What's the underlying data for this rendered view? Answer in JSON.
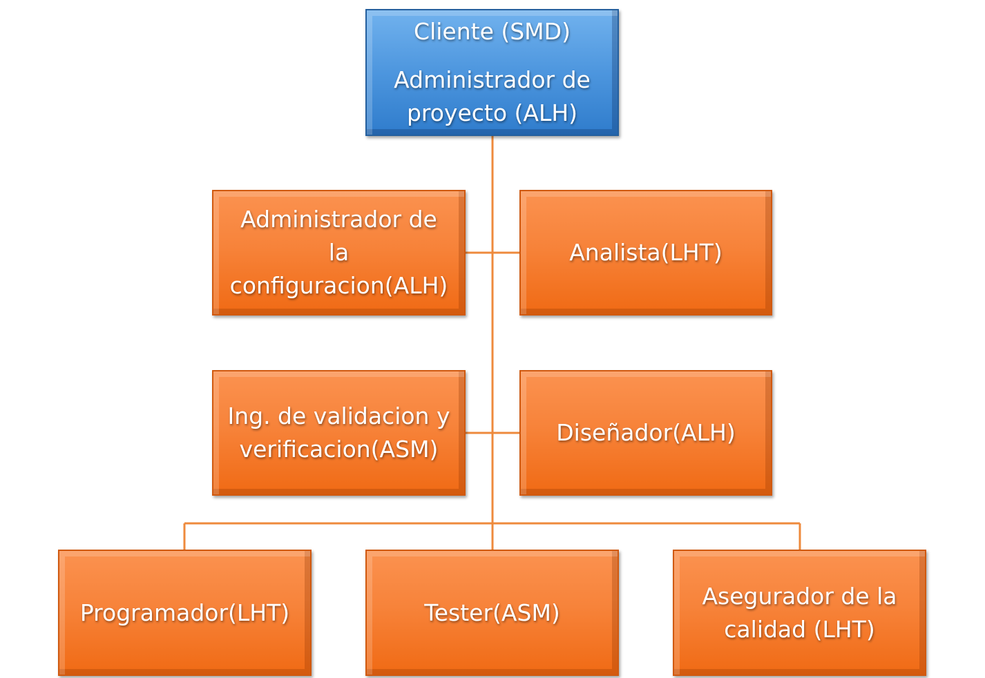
{
  "diagram": {
    "root": {
      "line1": "Cliente (SMD)",
      "line2": "Administrador de",
      "line3": "proyecto (ALH)"
    },
    "config_admin": {
      "line1": "Administrador de",
      "line2": "la",
      "line3": "configuracion(ALH)"
    },
    "analista": {
      "line1": "Analista(LHT)"
    },
    "ing_validacion": {
      "line1": "Ing. de validacion y",
      "line2": "verificacion(ASM)"
    },
    "disenador": {
      "line1": "Diseñador(ALH)"
    },
    "programador": {
      "line1": "Programador(LHT)"
    },
    "tester": {
      "line1": "Tester(ASM)"
    },
    "asegurador": {
      "line1": "Asegurador de la",
      "line2": "calidad (LHT)"
    },
    "colors": {
      "root_fill": "#5b9bd5",
      "node_fill": "#f7813a",
      "connector": "#ee8a3c",
      "text": "#ffffff"
    }
  }
}
